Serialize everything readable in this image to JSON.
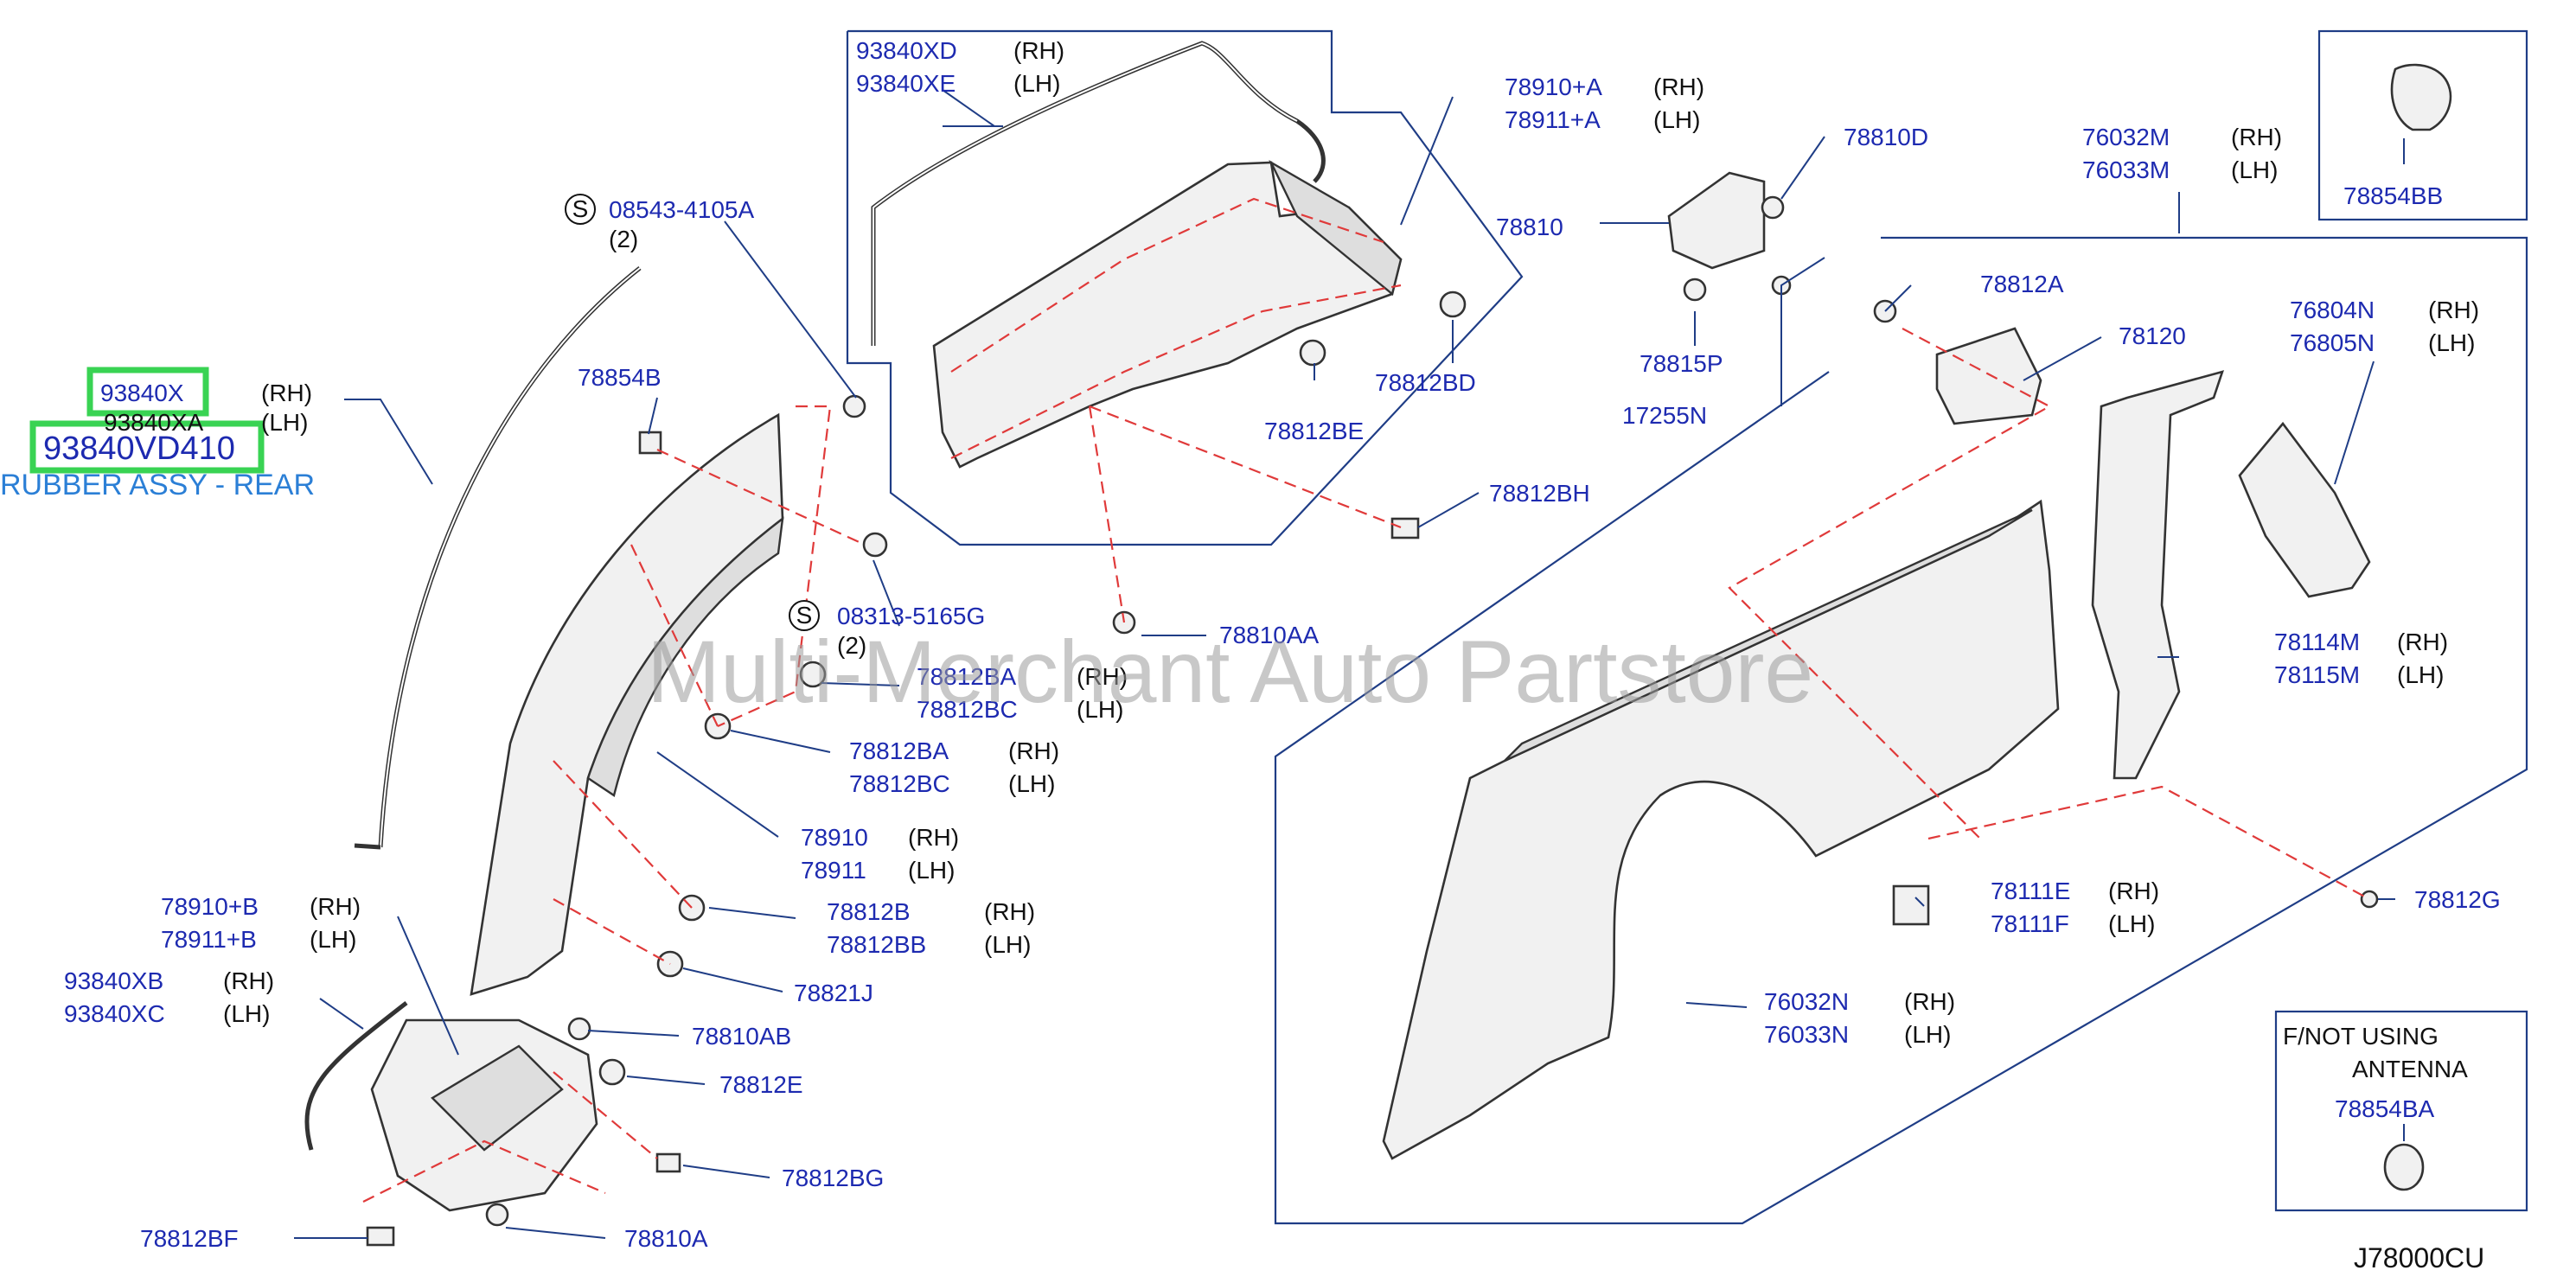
{
  "watermark": "Multi-Merchant Auto Partstore",
  "ref_code": "J78000CU",
  "highlight": {
    "part": "93840X",
    "side": "(RH)",
    "part_lh": "93840XA",
    "side_lh": "(LH)",
    "new_part": "93840VD410",
    "description": "RUBBER ASSY - REAR"
  },
  "note_box": {
    "line1": "F/NOT   USING",
    "line2": "ANTENNA",
    "part": "78854BA"
  },
  "corner_box": {
    "part": "78854BB"
  },
  "labels": {
    "p93840xd": "93840XD",
    "p93840xe": "93840XE",
    "p78910a": "78910+A",
    "p78911a": "78911+A",
    "p78810d": "78810D",
    "p78810": "78810",
    "p78815p": "78815P",
    "p17255n": "17255N",
    "p76032m": "76032M",
    "p76033m": "76033M",
    "p08543": "08543-4105A",
    "count2a": "(2)",
    "p78854b": "78854B",
    "p78812bd": "78812BD",
    "p78812be": "78812BE",
    "p78812bh": "78812BH",
    "p78812a": "78812A",
    "p78120": "78120",
    "p76804n": "76804N",
    "p76805n": "76805N",
    "p08313": "08313-5165G",
    "count2b": "(2)",
    "p78810aa": "78810AA",
    "p78812ba1": "78812BA",
    "p78812bc1": "78812BC",
    "p78812ba2": "78812BA",
    "p78812bc2": "78812BC",
    "p78114m": "78114M",
    "p78115m": "78115M",
    "p78910": "78910",
    "p78911": "78911",
    "p78910b": "78910+B",
    "p78911b": "78911+B",
    "p78812b": "78812B",
    "p78812bb": "78812BB",
    "p78111e": "78111E",
    "p78111f": "78111F",
    "p78812g": "78812G",
    "p93840xb": "93840XB",
    "p93840xc": "93840XC",
    "p78821j": "78821J",
    "p76032n": "76032N",
    "p76033n": "76033N",
    "p78810ab": "78810AB",
    "p78812e": "78812E",
    "p78812bg": "78812BG",
    "p78812bf": "78812BF",
    "p78810a": "78810A",
    "rh": "(RH)",
    "lh": "(LH)",
    "s": "S"
  }
}
